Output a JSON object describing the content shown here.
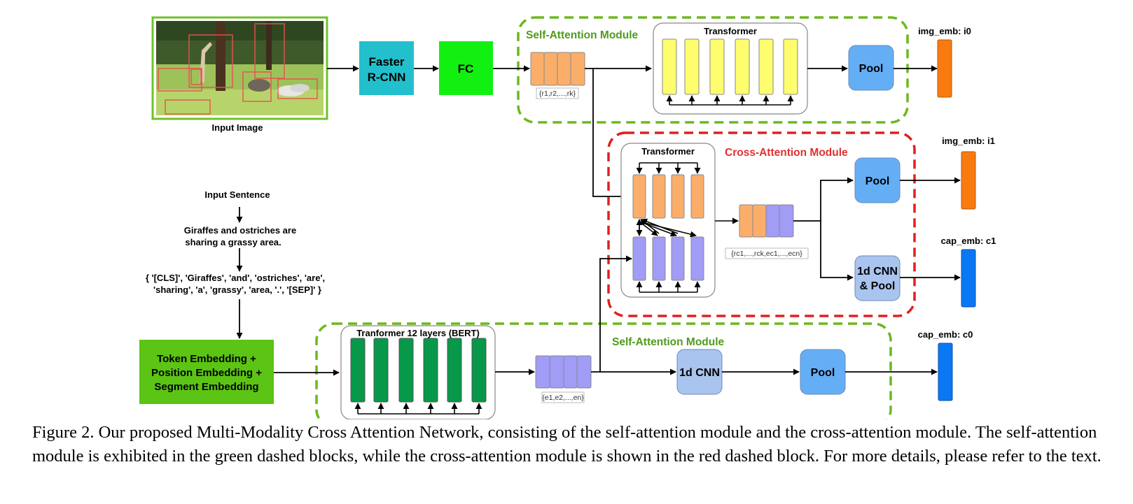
{
  "input_image": {
    "label": "Input Image"
  },
  "image_branch": {
    "faster_rcnn_line1": "Faster",
    "faster_rcnn_line2": "R-CNN",
    "fc": "FC",
    "regions_label": "{r1,r2,...,rk}"
  },
  "self_attention_top": {
    "title": "Self-Attention Module",
    "transformer": "Transformer",
    "pool": "Pool",
    "output": "img_emb: i0"
  },
  "cross_attention": {
    "title": "Cross-Attention Module",
    "transformer": "Transformer",
    "joint_label": "{rc1,...,rck,ec1,...,ecn}",
    "pool": "Pool",
    "cnn_line1": "1d CNN",
    "cnn_line2": "& Pool",
    "output_img": "img_emb: i1",
    "output_cap": "cap_emb: c1"
  },
  "text_branch": {
    "input_sentence": "Input Sentence",
    "sentence_line1": "Giraffes and ostriches are",
    "sentence_line2": "sharing a grassy area.",
    "tokens_line1": "{ '[CLS]', 'Giraffes', 'and', 'ostriches', 'are',",
    "tokens_line2": "'sharing', 'a', 'grassy', 'area, '.', '[SEP]' }",
    "embedding_line1": "Token Embedding +",
    "embedding_line2": "Position Embedding +",
    "embedding_line3": "Segment Embedding"
  },
  "self_attention_bottom": {
    "title": "Self-Attention Module",
    "bert": "Tranformer 12 layers (BERT)",
    "words_label": "{e1,e2,...,en}",
    "cnn": "1d CNN",
    "pool": "Pool",
    "output": "cap_emb: c0"
  },
  "caption": "Figure 2.  Our proposed Multi-Modality Cross Attention Network, consisting of the self-attention module and the cross-attention module. The self-attention module is exhibited in the green dashed blocks, while the cross-attention module is shown in the red dashed block. For more details, please refer to the text.",
  "colors": {
    "module_green": "#6cb81e",
    "module_red": "#e0201e",
    "title_green": "#4f9a1e",
    "title_red": "#e03030",
    "faster_rcnn": "#21c0cc",
    "fc": "#12f012",
    "region": "#fbae6a",
    "word": "#a19cf6",
    "yellow": "#fdfd6e",
    "bert": "#07984a",
    "pool": "#64aef6",
    "cnn": "#a9c4ee",
    "embedding": "#5cc414",
    "img_emb": "#f97b10",
    "cap_emb": "#0a78f4"
  }
}
